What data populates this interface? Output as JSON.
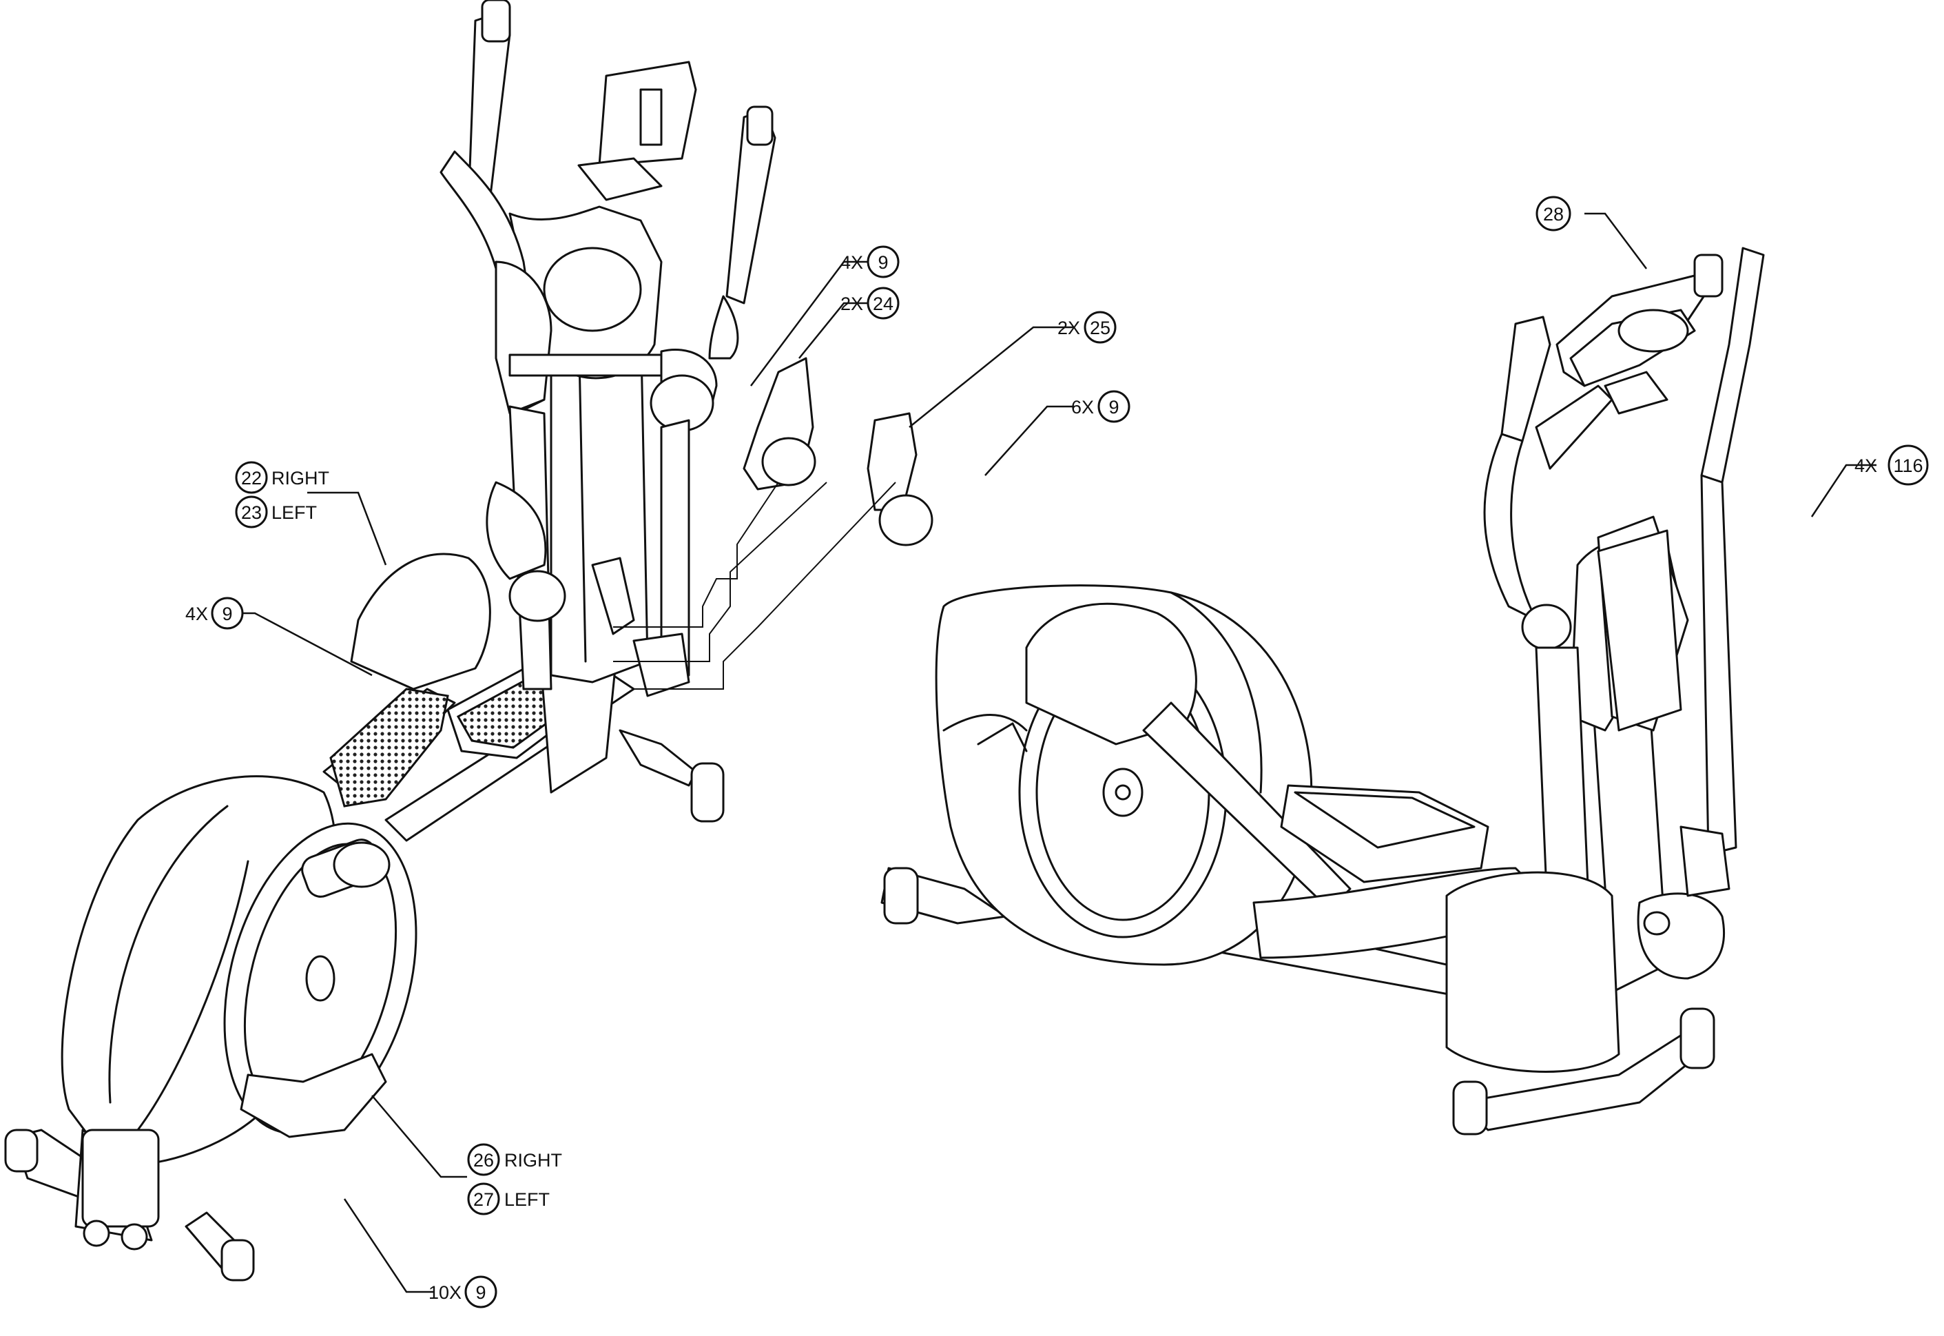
{
  "callouts": [
    {
      "id": "c9a",
      "prefix": "4X",
      "number": "9",
      "suffix": ""
    },
    {
      "id": "c24",
      "prefix": "2X",
      "number": "24",
      "suffix": ""
    },
    {
      "id": "c25",
      "prefix": "2X",
      "number": "25",
      "suffix": ""
    },
    {
      "id": "c9b",
      "prefix": "6X",
      "number": "9",
      "suffix": ""
    },
    {
      "id": "c22",
      "prefix": "",
      "number": "22",
      "suffix": "RIGHT"
    },
    {
      "id": "c23",
      "prefix": "",
      "number": "23",
      "suffix": "LEFT"
    },
    {
      "id": "c9c",
      "prefix": "4X",
      "number": "9",
      "suffix": ""
    },
    {
      "id": "c26",
      "prefix": "",
      "number": "26",
      "suffix": "RIGHT"
    },
    {
      "id": "c27",
      "prefix": "",
      "number": "27",
      "suffix": "LEFT"
    },
    {
      "id": "c9d",
      "prefix": "10X",
      "number": "9",
      "suffix": ""
    },
    {
      "id": "c28",
      "prefix": "",
      "number": "28",
      "suffix": ""
    },
    {
      "id": "c116",
      "prefix": "4X",
      "number": "116",
      "suffix": ""
    }
  ]
}
